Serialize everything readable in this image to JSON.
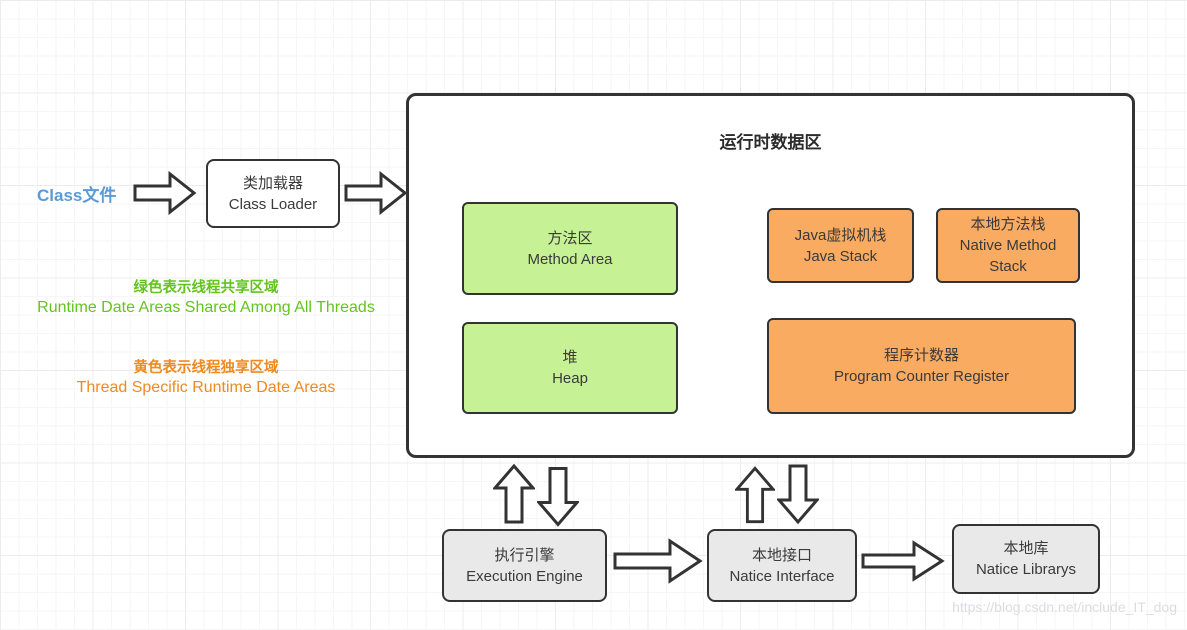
{
  "diagram_title": "运行时数据区",
  "labels": {
    "class_file": "Class文件",
    "watermark": "https://blog.csdn.net/include_IT_dog"
  },
  "notes": {
    "shared_zh": "绿色表示线程共享区域",
    "shared_en": "Runtime Date Areas Shared Among All Threads",
    "specific_zh": "黄色表示线程独享区域",
    "specific_en": "Thread Specific Runtime Date Areas"
  },
  "nodes": {
    "class_loader": {
      "zh": "类加载器",
      "en": "Class Loader"
    },
    "method_area": {
      "zh": "方法区",
      "en": "Method Area"
    },
    "java_stack": {
      "zh": "Java虚拟机栈",
      "en": "Java Stack"
    },
    "native_method_stack": {
      "zh": "本地方法栈",
      "en": "Native Method Stack"
    },
    "heap": {
      "zh": "堆",
      "en": "Heap"
    },
    "pc_register": {
      "zh": "程序计数器",
      "en": "Program Counter Register"
    },
    "execution_engine": {
      "zh": "执行引擎",
      "en": "Execution Engine"
    },
    "native_interface": {
      "zh": "本地接口",
      "en": "Natice Interface"
    },
    "native_library": {
      "zh": "本地库",
      "en": "Natice Librarys"
    }
  },
  "colors": {
    "green_fill": "#c6f295",
    "orange_fill": "#f9ab62",
    "gray_fill": "#e9e9e9",
    "border": "#333333",
    "blue_text": "#5b9bd5",
    "green_text": "#64c41e",
    "orange_text": "#ef8a21",
    "watermark": "#dcdce4"
  }
}
